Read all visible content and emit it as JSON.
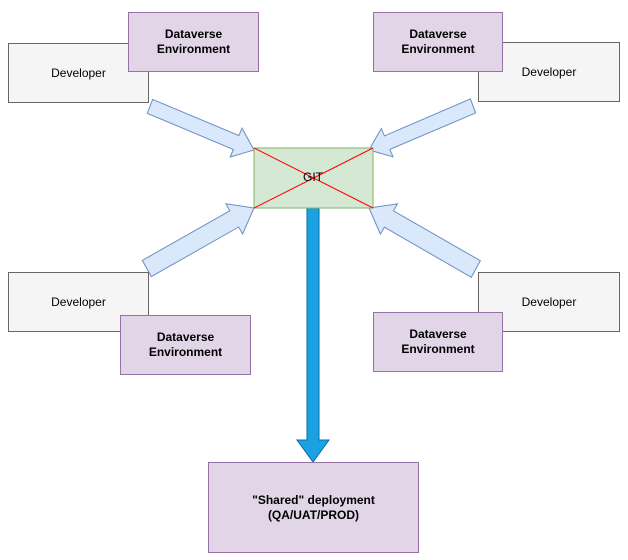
{
  "developers": [
    "Developer",
    "Developer",
    "Developer",
    "Developer"
  ],
  "environments": [
    "Dataverse Environment",
    "Dataverse Environment",
    "Dataverse Environment",
    "Dataverse Environment"
  ],
  "git": {
    "label": "GIT"
  },
  "shared": {
    "line1": "\"Shared\" deployment",
    "line2": "(QA/UAT/PROD)"
  },
  "colors": {
    "git_fill": "#d5e8d4",
    "git_border": "#82b366",
    "git_cross": "#ff0000",
    "env_fill": "#e1d5e7",
    "env_border": "#9673a6",
    "dev_fill": "#f5f5f5",
    "dev_border": "#666666",
    "arrow_fill": "#dae8fc",
    "arrow_stroke": "#6c8ebf",
    "deploy_arrow_fill": "#1ba1e2",
    "deploy_arrow_stroke": "#006eaf"
  }
}
